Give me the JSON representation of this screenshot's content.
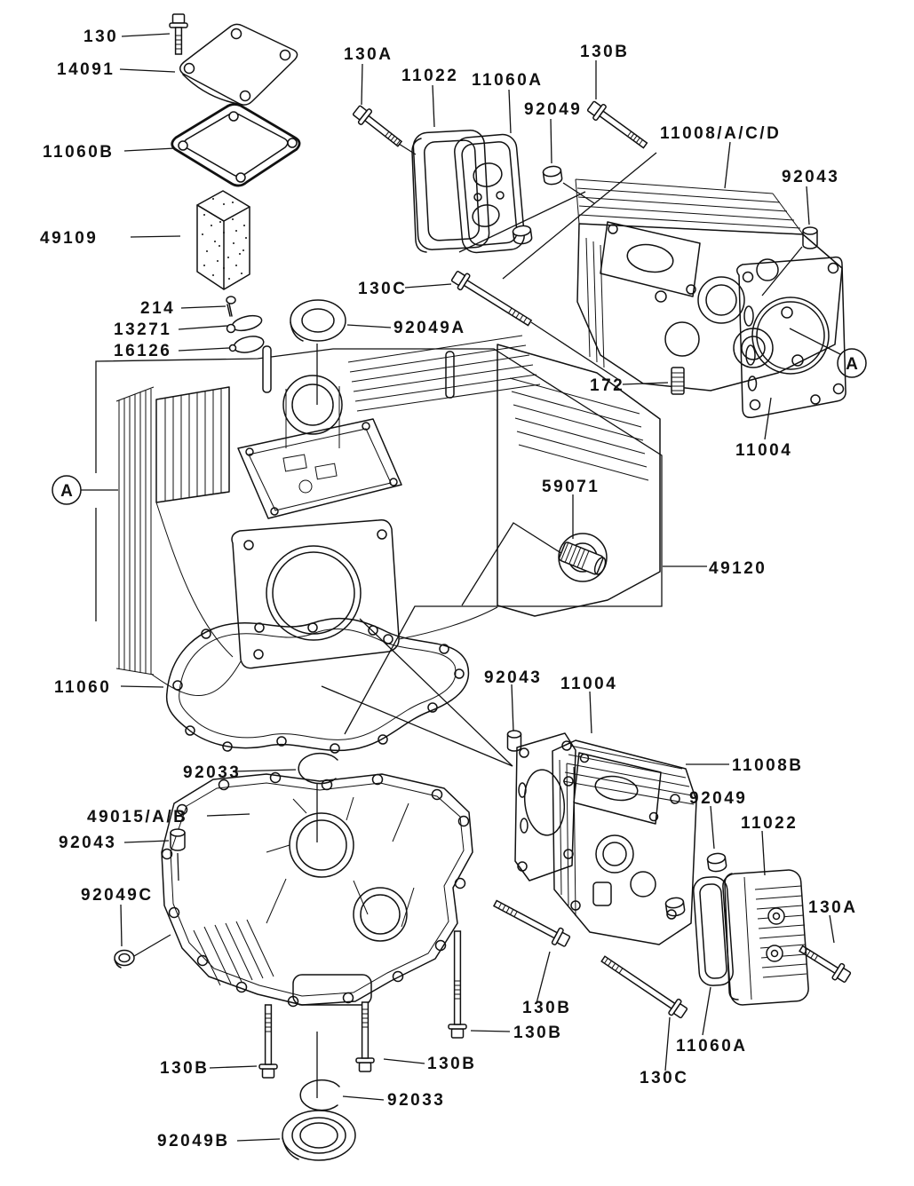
{
  "diagram": {
    "type": "exploded-parts-diagram",
    "subject": "engine cylinder / crankcase assembly",
    "background_color": "#ffffff",
    "line_color": "#111111",
    "labels": [
      {
        "text": "130"
      },
      {
        "text": "14091"
      },
      {
        "text": "11060B"
      },
      {
        "text": "49109"
      },
      {
        "text": "130A"
      },
      {
        "text": "11022"
      },
      {
        "text": "11060A"
      },
      {
        "text": "92049"
      },
      {
        "text": "130B"
      },
      {
        "text": "11008/A/C/D"
      },
      {
        "text": "92043"
      },
      {
        "text": "130C"
      },
      {
        "text": "92049A"
      },
      {
        "text": "214"
      },
      {
        "text": "13271"
      },
      {
        "text": "16126"
      },
      {
        "text": "172"
      },
      {
        "text": "11004"
      },
      {
        "text": "59071"
      },
      {
        "text": "49120"
      },
      {
        "text": "11060"
      },
      {
        "text": "92033"
      },
      {
        "text": "49015/A/B"
      },
      {
        "text": "92043"
      },
      {
        "text": "92049C"
      },
      {
        "text": "92043"
      },
      {
        "text": "11004"
      },
      {
        "text": "11008B"
      },
      {
        "text": "92049"
      },
      {
        "text": "11022"
      },
      {
        "text": "130A"
      },
      {
        "text": "130B"
      },
      {
        "text": "130B"
      },
      {
        "text": "130B"
      },
      {
        "text": "130B"
      },
      {
        "text": "130C"
      },
      {
        "text": "11060A"
      },
      {
        "text": "92033"
      },
      {
        "text": "92049B"
      }
    ],
    "callouts": [
      "A",
      "A"
    ]
  }
}
